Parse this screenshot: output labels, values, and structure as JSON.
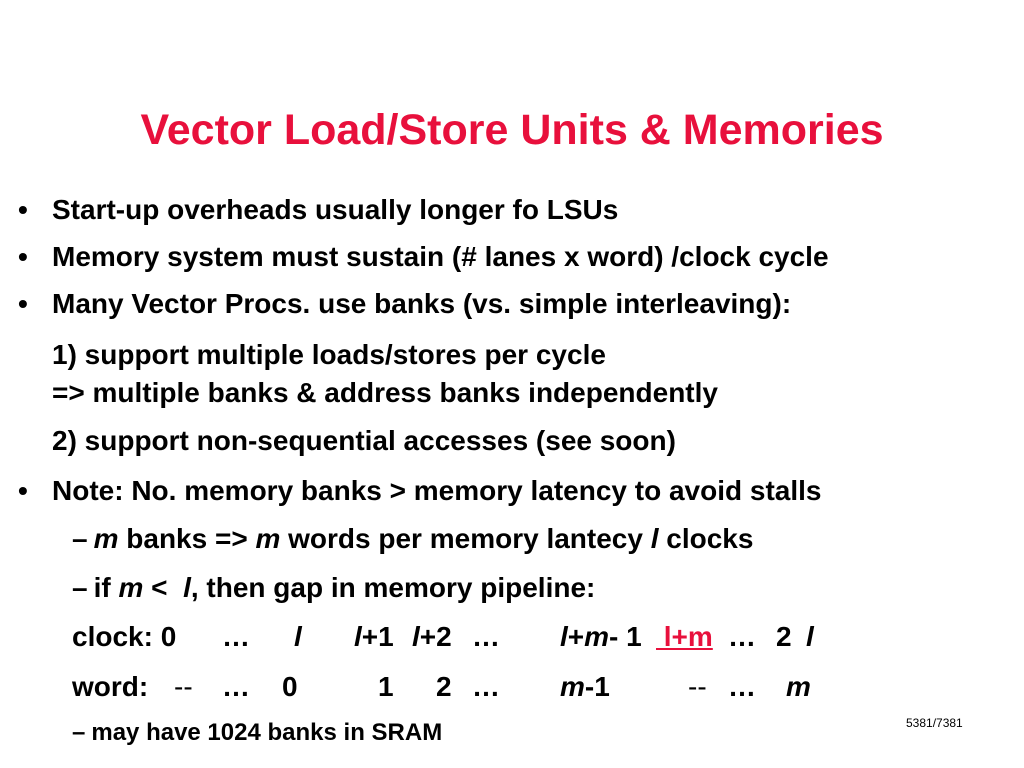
{
  "slide": {
    "title": "Vector Load/Store Units & Memories",
    "bullet_glyph": "•",
    "dash_glyph": "–",
    "bullets": [
      "Start-up overheads usually longer fo LSUs",
      "Memory system must sustain (# lanes x word) /clock cycle",
      "Many Vector Procs. use banks (vs. simple interleaving):"
    ],
    "sub1_line1": "1) support multiple loads/stores per cycle",
    "sub1_line2": "=> multiple banks & address banks independently",
    "sub2": "2) support non-sequential accesses (see soon)",
    "note": "Note: No. memory banks > memory latency to avoid stalls",
    "dash1": {
      "m1": "m",
      "t1": " banks => ",
      "m2": "m",
      "t2": " words per memory lantecy ",
      "l": "l",
      "t3": " clocks"
    },
    "dash2": {
      "t1": "if ",
      "m": "m",
      "t2": " <  ",
      "l": "l",
      "t3": ", then gap in memory pipeline:"
    },
    "clock_row": {
      "label": "clock: 0",
      "c1": "…",
      "c2": "l",
      "c3a": "l",
      "c3b": "+1",
      "c4a": "l",
      "c4b": "+2",
      "c5": "…",
      "c6a": "l",
      "c6b": "+",
      "c6c": "m",
      "c6d": "- 1",
      "c7": " l+m",
      "c8": "…",
      "c9": "2",
      "c10": "l"
    },
    "word_row": {
      "label": "word:",
      "c1": "--",
      "c2": "…",
      "c3": "0",
      "c4": "1",
      "c5": "2",
      "c6": "…",
      "c7a": "m",
      "c7b": "-1",
      "c8": "--",
      "c9": "…",
      "c10": "m"
    },
    "dash3": "may have 1024 banks in SRAM",
    "footer": "5381/7381"
  }
}
